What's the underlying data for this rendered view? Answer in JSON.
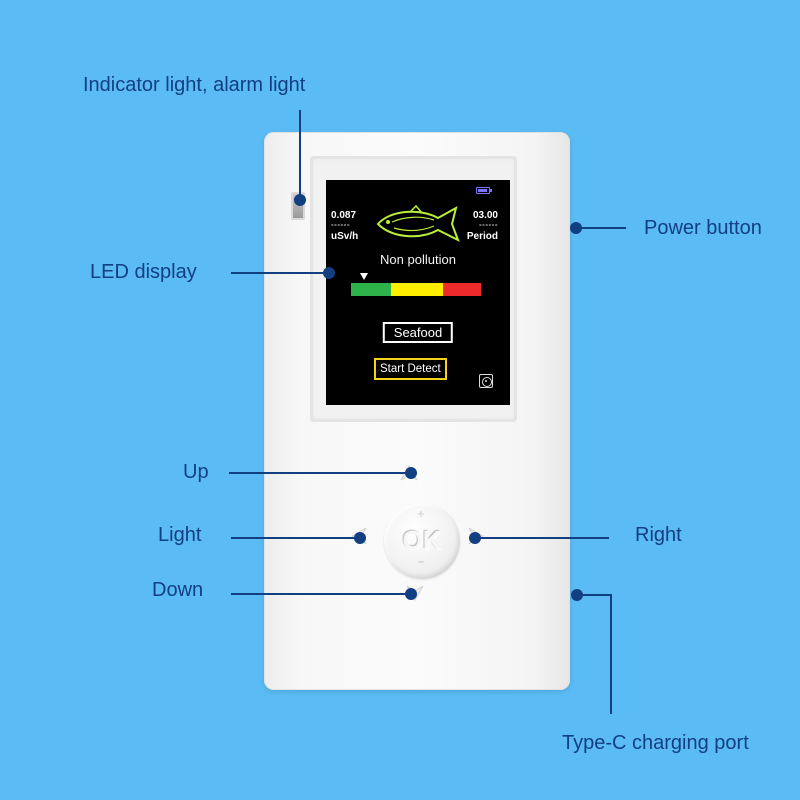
{
  "callouts": {
    "indicator": "Indicator light, alarm light",
    "led_display": "LED display",
    "power_button": "Power button",
    "up": "Up",
    "light": "Light",
    "right": "Right",
    "down": "Down",
    "type_c": "Type-C charging port"
  },
  "screen": {
    "left_value": "0.087",
    "left_dashes": "------",
    "left_unit": "uSv/h",
    "right_value": "03.00",
    "right_dashes": "------",
    "right_unit": "Period",
    "status": "Non pollution",
    "category": "Seafood",
    "start_button": "Start Detect",
    "icons": [
      "battery-icon",
      "fish-icon",
      "settings-icon"
    ]
  },
  "scale_segments": [
    {
      "color": "#2db34a",
      "fraction": 0.31
    },
    {
      "color": "#ffee00",
      "fraction": 0.4
    },
    {
      "color": "#ee2a2a",
      "fraction": 0.29
    }
  ],
  "device_button": {
    "ok": "OK",
    "plus": "+",
    "minus": "−"
  },
  "colors": {
    "background": "#5bbcf5",
    "callout": "#123f82",
    "start_button_border": "#f5d21b",
    "fish": "#b8f03a"
  }
}
